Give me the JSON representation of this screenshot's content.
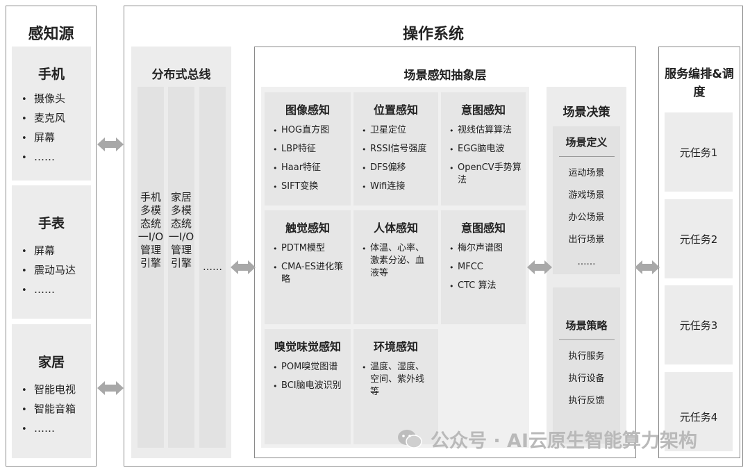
{
  "sources": {
    "title": "感知源",
    "groups": [
      {
        "title": "手机",
        "items": [
          "摄像头",
          "麦克风",
          "屏幕",
          "……"
        ]
      },
      {
        "title": "手表",
        "items": [
          "屏幕",
          "震动马达",
          "……"
        ]
      },
      {
        "title": "家居",
        "items": [
          "智能电视",
          "智能音箱",
          "……"
        ]
      }
    ]
  },
  "os": {
    "title": "操作系统",
    "bus": {
      "title": "分布式总线",
      "columns": [
        "手机多模态统一I/O管理引擎",
        "家居多模态统一I/O管理引擎",
        "……"
      ]
    },
    "abstraction": {
      "title": "场景感知抽象层",
      "cells": [
        {
          "title": "图像感知",
          "items": [
            "HOG直方图",
            "LBP特征",
            "Haar特征",
            "SIFT变换"
          ]
        },
        {
          "title": "位置感知",
          "items": [
            "卫星定位",
            "RSSI信号强度",
            "DFS偏移",
            "Wifi连接"
          ]
        },
        {
          "title": "意图感知",
          "items": [
            "视线估算算法",
            "EGG脑电波",
            "OpenCV手势算法"
          ]
        },
        {
          "title": "触觉感知",
          "items": [
            "PDTM模型",
            "CMA-ES进化策略"
          ]
        },
        {
          "title": "人体感知",
          "items": [
            "体温、心率、激素分泌、血液等"
          ]
        },
        {
          "title": "意图感知",
          "items": [
            "梅尔声谱图",
            "MFCC",
            "CTC 算法"
          ]
        },
        {
          "title": "嗅觉味觉感知",
          "items": [
            "POM嗅觉图谱",
            "BCI脑电波识别"
          ]
        },
        {
          "title": "环境感知",
          "items": [
            "温度、湿度、空间、紫外线等"
          ]
        }
      ]
    },
    "decision": {
      "title": "场景决策",
      "definition": {
        "title": "场景定义",
        "items": [
          "运动场景",
          "游戏场景",
          "办公场景",
          "出行场景",
          "……"
        ]
      },
      "strategy": {
        "title": "场景策略",
        "items": [
          "执行服务",
          "执行设备",
          "执行反馈"
        ]
      }
    }
  },
  "service": {
    "title": "服务编排&调度",
    "tasks": [
      "元任务1",
      "元任务2",
      "元任务3",
      "元任务4"
    ]
  },
  "watermark": "公众号 · AI云原生智能算力架构",
  "colors": {
    "frame": "#8a8a8a",
    "panel": "#ececec",
    "arrow": "#a8a8a8"
  }
}
